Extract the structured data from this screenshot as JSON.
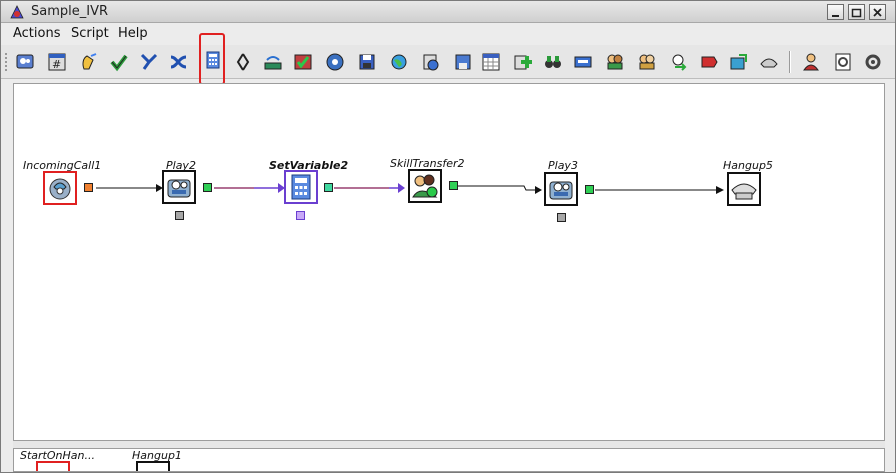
{
  "window": {
    "title": "Sample_IVR"
  },
  "menu": [
    "Actions",
    "Script",
    "Help"
  ],
  "toolbar_icons": [
    "ivr-icon",
    "hash-icon",
    "hand-icon",
    "check-icon",
    "branch-icon",
    "shuffle-icon",
    "calculator-icon",
    "connector-icon",
    "stack-icon",
    "checklist-icon",
    "gear-disc-icon",
    "save-icon",
    "globe-icon",
    "query-icon",
    "disk-icon",
    "grid-icon",
    "plus-icon",
    "binoculars-icon",
    "card-icon",
    "agents-icon",
    "users-icon",
    "agent-arrow-icon",
    "red-arrow-icon",
    "transfer-icon",
    "phone-icon",
    "person-icon",
    "settings-icon",
    "more-settings-icon"
  ],
  "nodes": [
    {
      "id": "incoming",
      "label": "IncomingCall1",
      "icon": "incoming-call-icon"
    },
    {
      "id": "play2",
      "label": "Play2",
      "icon": "play-icon"
    },
    {
      "id": "setvar",
      "label": "SetVariable2",
      "icon": "calculator-icon"
    },
    {
      "id": "skill",
      "label": "SkillTransfer2",
      "icon": "skill-transfer-icon"
    },
    {
      "id": "play3",
      "label": "Play3",
      "icon": "play-icon"
    },
    {
      "id": "hangup5",
      "label": "Hangup5",
      "icon": "phone-icon"
    }
  ],
  "bottom_nodes": [
    {
      "label": "StartOnHan..."
    },
    {
      "label": "Hangup1"
    }
  ],
  "colors": {
    "selection": "#e02020",
    "flow_line": "#6a3fd0",
    "port_green": "#2fcf55"
  }
}
